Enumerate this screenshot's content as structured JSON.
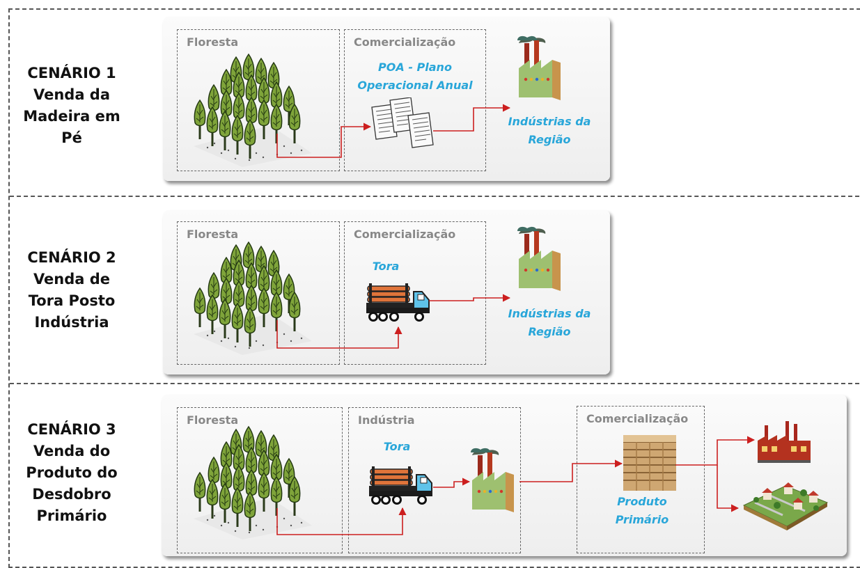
{
  "scenarios": [
    {
      "label": [
        "CENÁRIO 1",
        "Venda da",
        "Madeira em",
        "Pé"
      ],
      "floresta": "Floresta",
      "comercializacao": "Comercialização",
      "caption": [
        "POA - Plano",
        "Operacional Anual"
      ],
      "destino": [
        "Indústrias da",
        "Região"
      ]
    },
    {
      "label": [
        "CENÁRIO 2",
        "Venda de",
        "Tora Posto",
        "Indústria"
      ],
      "floresta": "Floresta",
      "comercializacao": "Comercialização",
      "caption": [
        "Tora"
      ],
      "destino": [
        "Indústrias da",
        "Região"
      ]
    },
    {
      "label": [
        "CENÁRIO 3",
        "Venda do",
        "Produto do",
        "Desdobro",
        "Primário"
      ],
      "floresta": "Floresta",
      "industria": "Indústria",
      "comercializacao": "Comercialização",
      "caption": [
        "Tora"
      ],
      "produto": [
        "Produto",
        "Primário"
      ]
    }
  ],
  "colors": {
    "accent_blue": "#29a6d9",
    "arrow_red": "#cc1f1f",
    "box_title_gray": "#888888"
  },
  "icons": [
    "forest-icon",
    "documents-icon",
    "factory-icon",
    "log-truck-icon",
    "lumber-stack-icon",
    "urban-industry-icon",
    "village-icon"
  ]
}
